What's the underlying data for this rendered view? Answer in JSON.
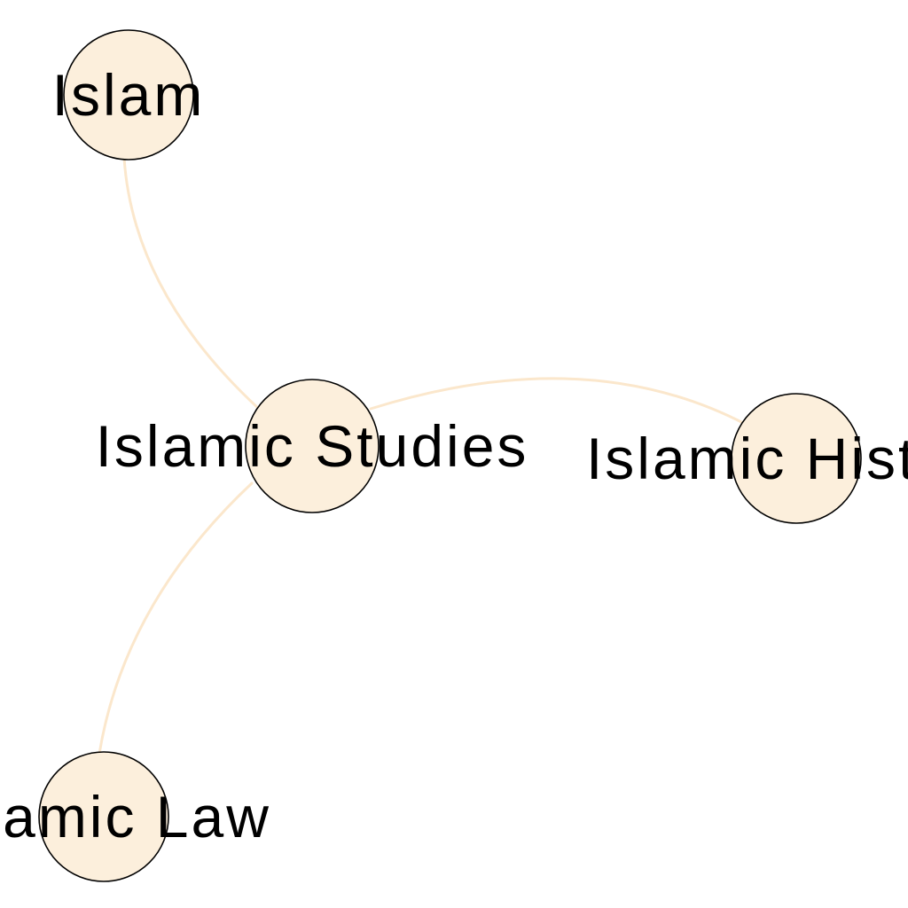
{
  "graph": {
    "nodes": [
      {
        "id": "islam",
        "label": "Islam"
      },
      {
        "id": "islamic-studies",
        "label": "Islamic Studies"
      },
      {
        "id": "islamic-history",
        "label": "Islamic History"
      },
      {
        "id": "islamic-law",
        "label": "Islamic Law"
      }
    ],
    "edges": [
      {
        "source": "islam",
        "target": "islamic-studies"
      },
      {
        "source": "islamic-studies",
        "target": "islamic-history"
      },
      {
        "source": "islamic-studies",
        "target": "islamic-law"
      }
    ]
  },
  "colors": {
    "node_fill": "#fcefdc",
    "node_stroke": "#000000",
    "edge": "#fbe7cc",
    "label": "#000000",
    "background": "#ffffff"
  }
}
